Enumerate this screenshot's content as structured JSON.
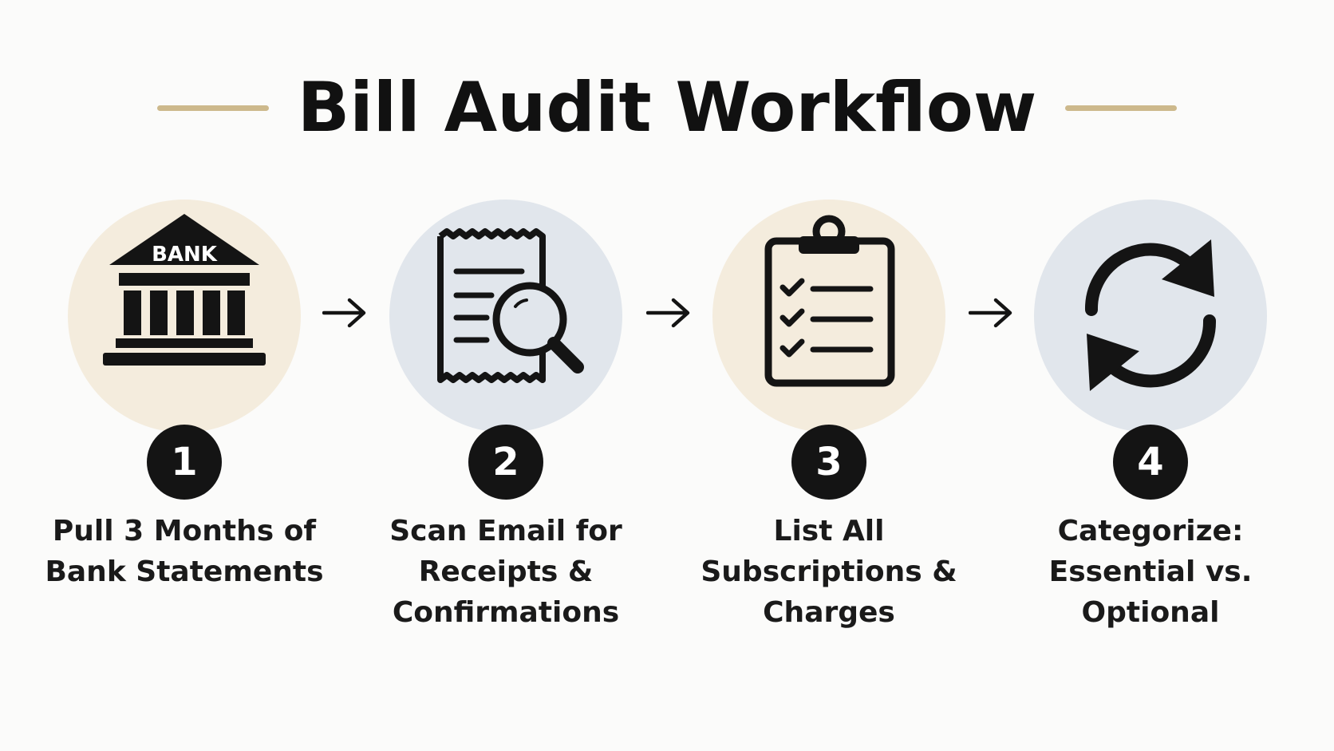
{
  "title": "Bill Audit Workflow",
  "colors": {
    "accent_rule": "#cdb98c",
    "bubble_beige": "#f4ecdd",
    "bubble_blue": "#e1e6ec",
    "badge": "#141414",
    "ink": "#111111"
  },
  "steps": [
    {
      "number": "1",
      "icon": "bank-icon",
      "icon_text": "BANK",
      "bubble_color": "beige",
      "label_lines": [
        "Pull 3 Months of",
        "Bank Statements"
      ]
    },
    {
      "number": "2",
      "icon": "receipt-search-icon",
      "bubble_color": "blue",
      "label_lines": [
        "Scan Email for",
        "Receipts &",
        "Confirmations"
      ]
    },
    {
      "number": "3",
      "icon": "clipboard-checklist-icon",
      "bubble_color": "beige",
      "label_lines": [
        "List All",
        "Subscriptions &",
        "Charges"
      ]
    },
    {
      "number": "4",
      "icon": "refresh-cycle-icon",
      "bubble_color": "blue",
      "label_lines": [
        "Categorize:",
        "Essential vs.",
        "Optional"
      ]
    }
  ],
  "connectors": [
    "arrow-right-icon",
    "arrow-right-icon",
    "arrow-right-icon"
  ]
}
